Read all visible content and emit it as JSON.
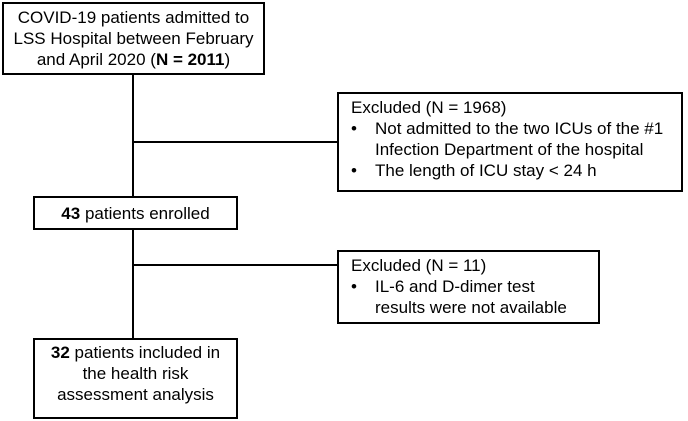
{
  "start_box": {
    "line1": "COVID-19 patients admitted to",
    "line2": "LSS Hospital between February",
    "line3_prefix": "and April 2020  (",
    "line3_bold": "N = 2011",
    "line3_suffix": ")"
  },
  "excluded_1": {
    "title": "Excluded (N = 1968)",
    "bullet_glyph": "•",
    "items": [
      "Not admitted to the two ICUs of the #1 Infection Department of the hospital",
      "The length of ICU stay  < 24 h"
    ]
  },
  "enrolled_box": {
    "count": "43",
    "text": " patients enrolled"
  },
  "excluded_2": {
    "title": "Excluded (N = 11)",
    "bullet_glyph": "•",
    "items": [
      "IL-6 and D-dimer test results were not available"
    ]
  },
  "final_box": {
    "count": "32",
    "text": " patients included in the health risk assessment analysis"
  }
}
